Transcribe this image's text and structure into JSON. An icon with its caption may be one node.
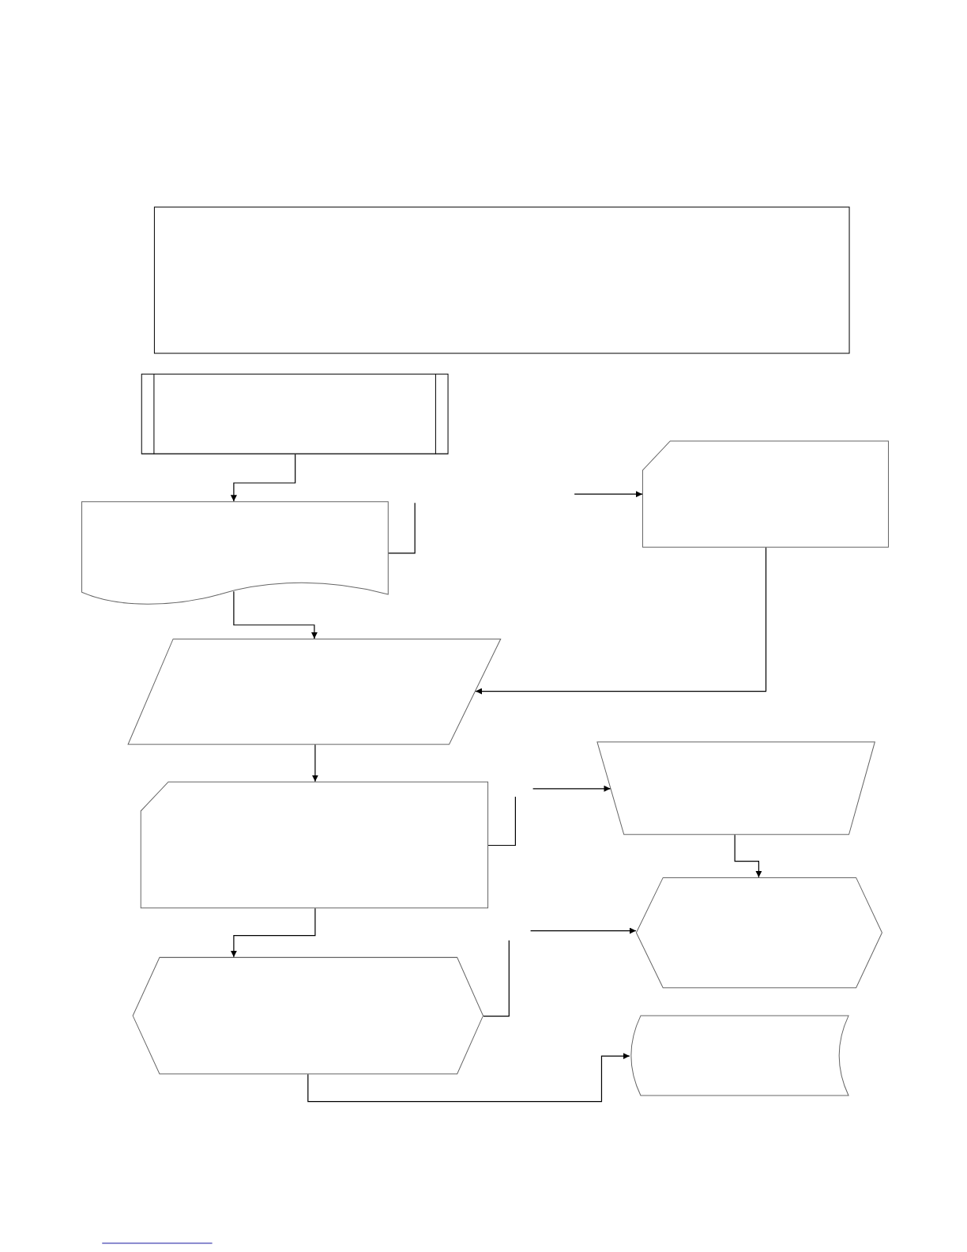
{
  "diagram": {
    "nodes": [
      {
        "text": [],
        "shape": "box"
      },
      {
        "text": [],
        "shape": "subroutine"
      },
      {
        "text": [],
        "shape": "document"
      },
      {
        "text": [],
        "shape": "parallelogram"
      },
      {
        "text": [],
        "shape": "card"
      },
      {
        "text": [],
        "shape": "hexagon"
      },
      {
        "text": [],
        "shape": "card"
      },
      {
        "text": [],
        "shape": "trapezoid"
      },
      {
        "text": [],
        "shape": "hexagon"
      },
      {
        "text": [],
        "shape": "storage"
      }
    ],
    "edges": [
      {
        "from": 1,
        "to": 2,
        "arrow": "to"
      },
      {
        "from": 2,
        "to": 3,
        "arrow": "to"
      },
      {
        "from": 3,
        "to": 4,
        "arrow": "to"
      },
      {
        "from": 4,
        "to": 5,
        "arrow": "to"
      },
      {
        "from": 6,
        "to": 3,
        "arrow": "to"
      },
      {
        "from": null,
        "to": 6,
        "arrow": "to"
      },
      {
        "from": null,
        "to": 7,
        "arrow": "to"
      },
      {
        "from": 7,
        "to": 8,
        "arrow": "to"
      },
      {
        "from": null,
        "to": 8,
        "arrow": "to"
      },
      {
        "from": 5,
        "to": 9,
        "arrow": "to"
      },
      {
        "from": 2,
        "to": null,
        "arrow": "none"
      },
      {
        "from": 4,
        "to": null,
        "arrow": "none"
      },
      {
        "from": 5,
        "to": null,
        "arrow": "none"
      }
    ]
  }
}
